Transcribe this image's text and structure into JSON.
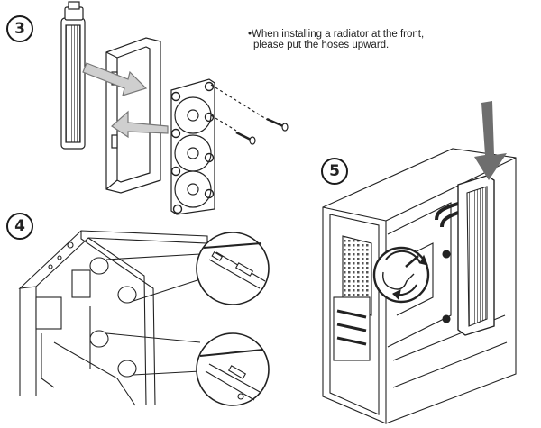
{
  "steps": {
    "step3": "3",
    "step4": "4",
    "step5": "5"
  },
  "note": {
    "bullet": "•",
    "line1": "When installing a radiator at the front,",
    "line2": "please put the hoses upward."
  },
  "colors": {
    "line": "#222222",
    "arrow_fill": "#cfcfcf",
    "arrow_stroke": "#777777",
    "big_arrow": "#6e6e6e"
  }
}
